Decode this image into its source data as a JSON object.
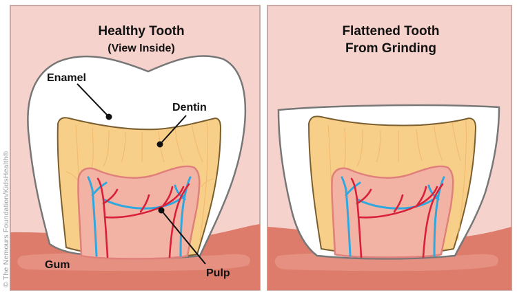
{
  "credit": "© The Nemours Foundation/KidsHealth®",
  "colors": {
    "panel_bg": "#f6d2cd",
    "panel_border": "#c8a9a5",
    "gum": "#dd7c6b",
    "gum_light": "#eb9f8f",
    "enamel": "#ffffff",
    "dentin": "#f7cf88",
    "pulp": "#f2b3a4",
    "artery": "#d9203a",
    "vein": "#2fa8e0"
  },
  "left_panel": {
    "title": "Healthy Tooth",
    "subtitle": "(View Inside)",
    "labels": {
      "enamel": "Enamel",
      "dentin": "Dentin",
      "pulp": "Pulp",
      "gum": "Gum"
    }
  },
  "right_panel": {
    "title_line1": "Flattened Tooth",
    "title_line2": "From Grinding"
  }
}
